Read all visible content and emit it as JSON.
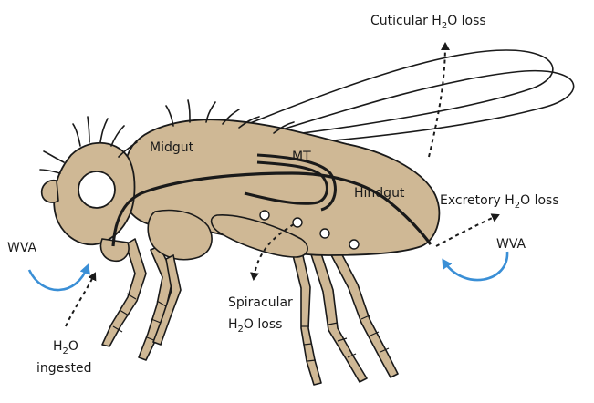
{
  "labels": {
    "cuticular_pre": "Cuticular H",
    "cuticular_sub": "2",
    "cuticular_post": "O loss",
    "midgut": "Midgut",
    "mt": "MT",
    "hindgut": "Hindgut",
    "excretory_pre": "Excretory H",
    "excretory_sub": "2",
    "excretory_post": "O loss",
    "wva_left": "WVA",
    "wva_right": "WVA",
    "spiracular_line1": "Spiracular",
    "spiracular_pre": "H",
    "spiracular_sub": "2",
    "spiracular_post": "O loss",
    "ingested_pre": "H",
    "ingested_sub": "2",
    "ingested_post": "O",
    "ingested_line2": "ingested"
  },
  "colors": {
    "body_fill": "#cfb895",
    "outline": "#1a1a1a",
    "arrow_blue": "#3a8fd6"
  }
}
